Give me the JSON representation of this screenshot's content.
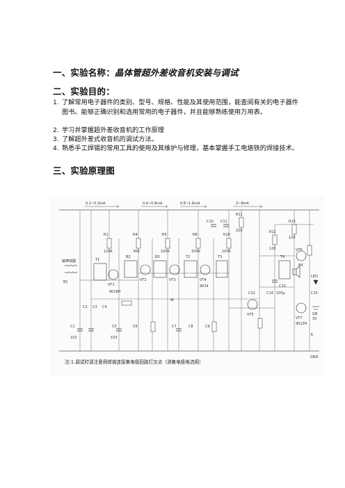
{
  "sections": {
    "s1": {
      "prefix": "一、实验名称：",
      "title": "晶体管超外差收音机安装与调试"
    },
    "s2": {
      "heading": "二、实验目的："
    },
    "s3": {
      "heading": "三、实验原理图"
    }
  },
  "objectives": [
    {
      "num": "1.",
      "text": "了解常用电子器件的类别、型号、规格、性能及其使用范围，能查阅有关的电子器件图书。能够正确识别和选用常用的电子器件，并且能够熟练使用万用表。"
    },
    {
      "num": "2.",
      "text": "学习并掌握超外差收音机的工作原理"
    },
    {
      "num": "3.",
      "text": "了解超外差式收音机的调试方法。"
    },
    {
      "num": "4.",
      "text": "熟悉手工焊锡的常用工具的使用及其维护与修理，基本掌握手工电烙铁的焊接技术。"
    }
  ],
  "schematic": {
    "currents": [
      "0.2~0.3mA",
      "0.4~0.8mA",
      "0.8~1.6mA",
      "3~8mA"
    ],
    "labels": [
      "磁棒线圈",
      "R1",
      "120K",
      "R4",
      "30K",
      "R5",
      "100K",
      "R8",
      "100K",
      "R10",
      "100K",
      "R11",
      "220",
      "R12",
      "120",
      "R13",
      "120",
      "VT1",
      "VT2",
      "VT3",
      "VT4",
      "VT5",
      "VT6",
      "VT7",
      "9018H",
      "9014",
      "9013H",
      "C1",
      "C2",
      "C3",
      "C4",
      "C5",
      "C6",
      "C7",
      "C8",
      "C9",
      "C10",
      "C11",
      "C12",
      "C13",
      "C14",
      "C15",
      "223",
      "103",
      "100μ",
      "LED",
      "B1",
      "B2",
      "B3",
      "T1",
      "T2",
      "T3",
      "T4",
      "GB",
      "3V",
      "K",
      "W",
      "B4",
      "GND"
    ],
    "note": "注:1.调试时请注意用焊锡连接集电极回路打叉点（测集电极电流用）"
  }
}
